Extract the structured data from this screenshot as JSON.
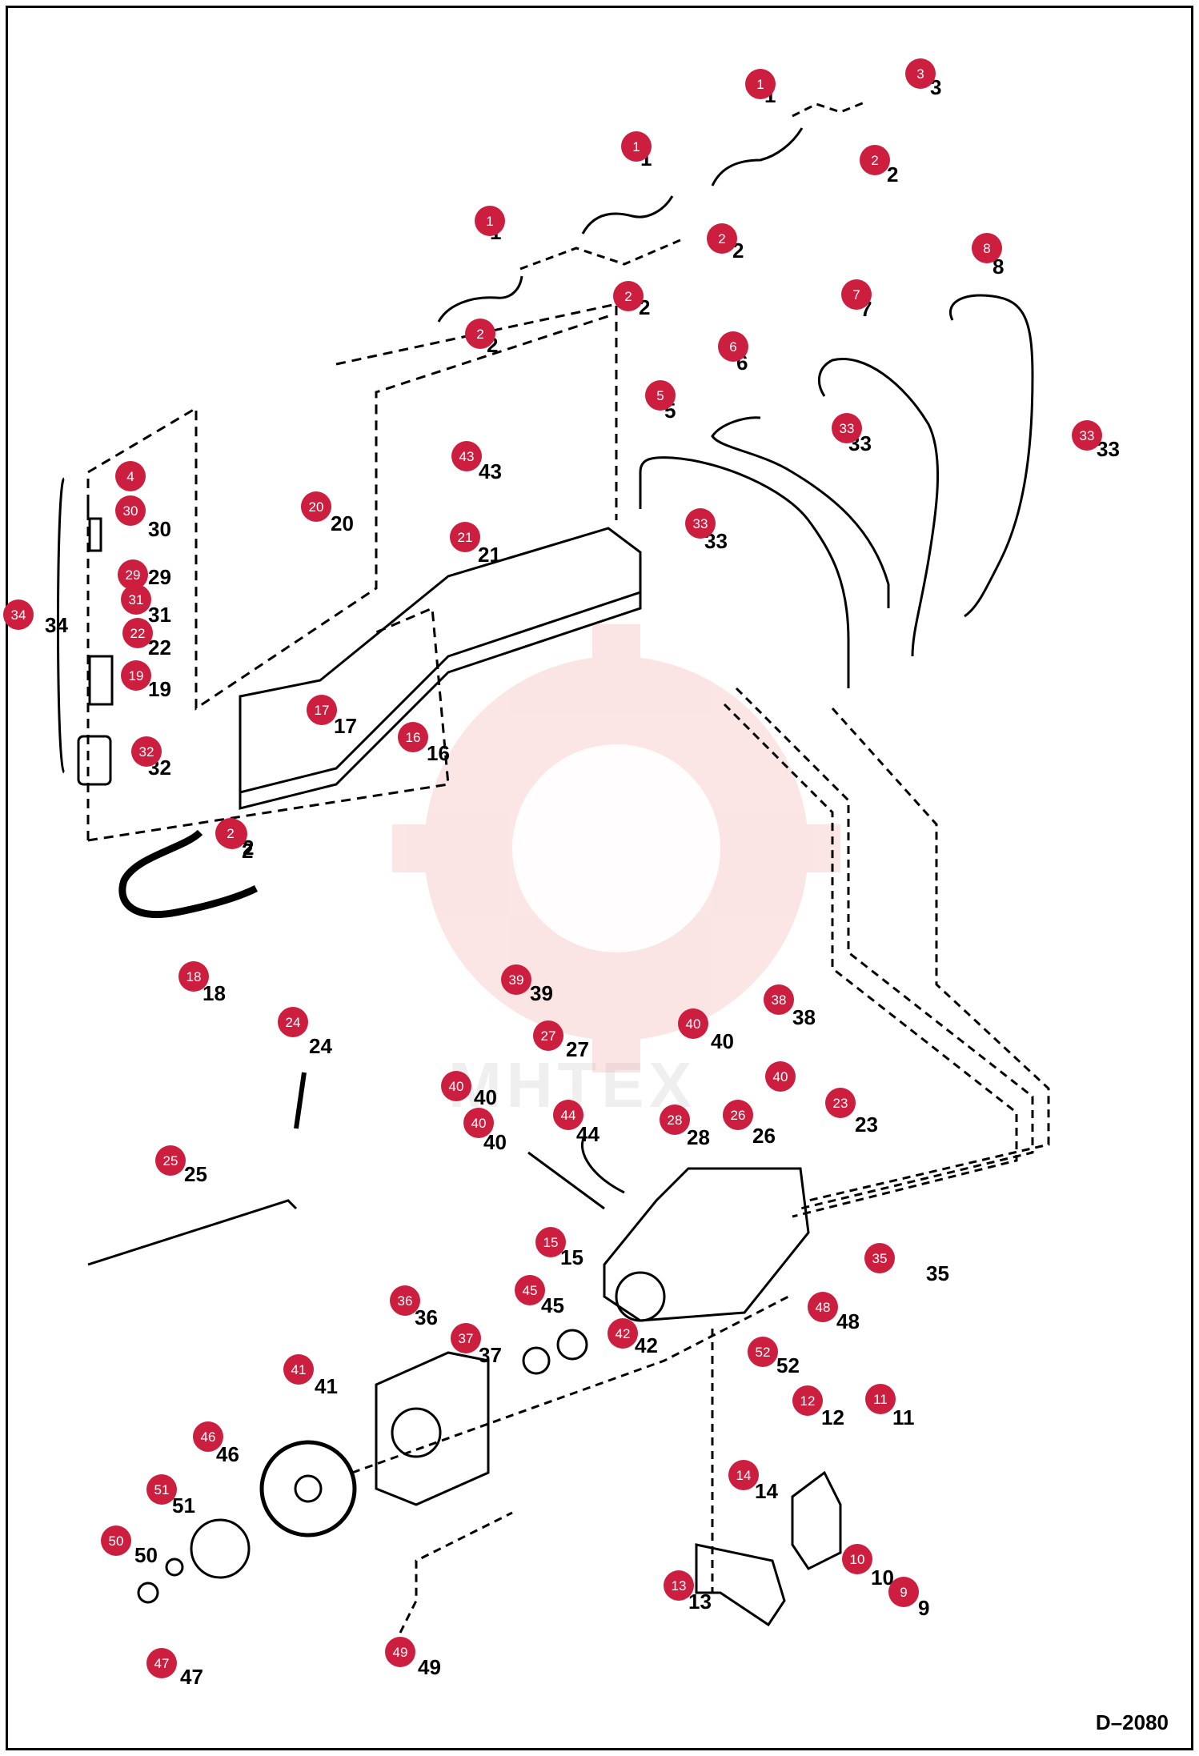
{
  "diagram_code": "D–2080",
  "watermark": "MHTEX",
  "colors": {
    "callout": "#cc1f3f",
    "line": "#000000",
    "watermark": "#f3c4c4"
  },
  "callouts": [
    {
      "n": "1"
    },
    {
      "n": "1"
    },
    {
      "n": "1"
    },
    {
      "n": "3"
    },
    {
      "n": "2"
    },
    {
      "n": "2"
    },
    {
      "n": "2"
    },
    {
      "n": "2"
    },
    {
      "n": "2"
    },
    {
      "n": "8"
    },
    {
      "n": "7"
    },
    {
      "n": "6"
    },
    {
      "n": "5"
    },
    {
      "n": "33"
    },
    {
      "n": "33"
    },
    {
      "n": "33"
    },
    {
      "n": "43"
    },
    {
      "n": "20"
    },
    {
      "n": "21"
    },
    {
      "n": "4"
    },
    {
      "n": "30"
    },
    {
      "n": "29"
    },
    {
      "n": "31"
    },
    {
      "n": "22"
    },
    {
      "n": "19"
    },
    {
      "n": "32"
    },
    {
      "n": "34"
    },
    {
      "n": "17"
    },
    {
      "n": "16"
    },
    {
      "n": "2"
    },
    {
      "n": "18"
    },
    {
      "n": "39"
    },
    {
      "n": "27"
    },
    {
      "n": "38"
    },
    {
      "n": "40"
    },
    {
      "n": "40"
    },
    {
      "n": "40"
    },
    {
      "n": "40"
    },
    {
      "n": "44"
    },
    {
      "n": "28"
    },
    {
      "n": "26"
    },
    {
      "n": "23"
    },
    {
      "n": "24"
    },
    {
      "n": "25"
    },
    {
      "n": "15"
    },
    {
      "n": "35"
    },
    {
      "n": "45"
    },
    {
      "n": "48"
    },
    {
      "n": "36"
    },
    {
      "n": "37"
    },
    {
      "n": "42"
    },
    {
      "n": "52"
    },
    {
      "n": "41"
    },
    {
      "n": "46"
    },
    {
      "n": "51"
    },
    {
      "n": "50"
    },
    {
      "n": "47"
    },
    {
      "n": "49"
    },
    {
      "n": "12"
    },
    {
      "n": "11"
    },
    {
      "n": "14"
    },
    {
      "n": "13"
    },
    {
      "n": "10"
    },
    {
      "n": "9"
    }
  ],
  "labels": [
    "1",
    "1",
    "1",
    "3",
    "2",
    "2",
    "2",
    "2",
    "2",
    "8",
    "7",
    "6",
    "5",
    "33",
    "33",
    "33",
    "43",
    "20",
    "21",
    "30",
    "29",
    "31",
    "22",
    "19",
    "32",
    "34",
    "17",
    "16",
    "2",
    "18",
    "39",
    "27",
    "38",
    "40",
    "40",
    "40",
    "44",
    "28",
    "26",
    "23",
    "24",
    "25",
    "15",
    "35",
    "45",
    "48",
    "36",
    "37",
    "42",
    "52",
    "41",
    "46",
    "51",
    "50",
    "47",
    "49",
    "12",
    "11",
    "14",
    "13",
    "10",
    "9"
  ]
}
